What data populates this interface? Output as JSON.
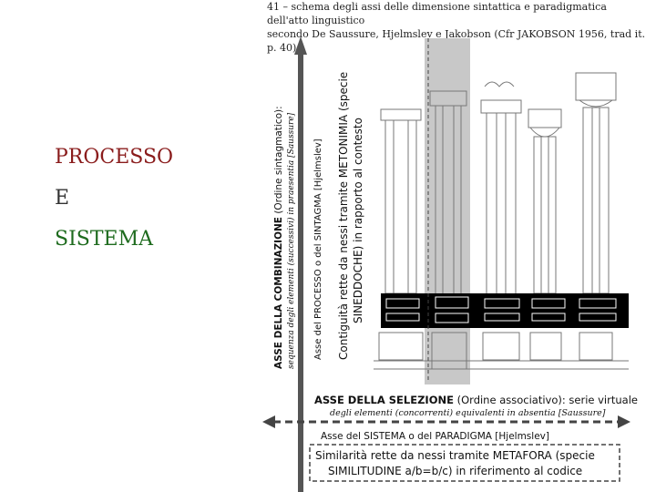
{
  "left": {
    "processo": "PROCESSO",
    "e": "E",
    "sistema": "SISTEMA"
  },
  "caption": {
    "line1": "41 – schema degli assi delle dimensione sintattica e paradigmatica dell'atto linguistico",
    "line2": "secondo De Saussure, Hjelmslev e Jakobson (Cfr JAKOBSON 1956, trad it. p. 40)"
  },
  "vertical_axis": {
    "title_bold": "ASSE DELLA COMBINAZIONE",
    "title_rest": " (Ordine sintagmatico):",
    "subtitle": "sequenza degli elementi (successivi) in praesentia [Saussure]",
    "processo": "Asse del PROCESSO o del SINTAGMA [Hjelmslev]",
    "contiguita1": "Contiguità rette da nessi tramite METONIMIA (specie",
    "contiguita2": "SINEDDOCHE) in rapporto al contesto"
  },
  "horizontal_axis": {
    "title_bold": "ASSE DELLA SELEZIONE",
    "title_rest": " (Ordine associativo): serie virtuale",
    "subtitle": "degli elementi (concorrenti) equivalenti in absentia [Saussure]",
    "sistema": "Asse del SISTEMA o del PARADIGMA [Hjelmslev]",
    "similarita1": "Similarità rette da nessi tramite METAFORA (specie",
    "similarita2": "SIMILITUDINE a/b=b/c) in riferimento al codice"
  },
  "colors": {
    "processo": "#8a1c1c",
    "sistema": "#1e6b1e",
    "highlight": "#c8c8c8",
    "band": "#000000"
  }
}
